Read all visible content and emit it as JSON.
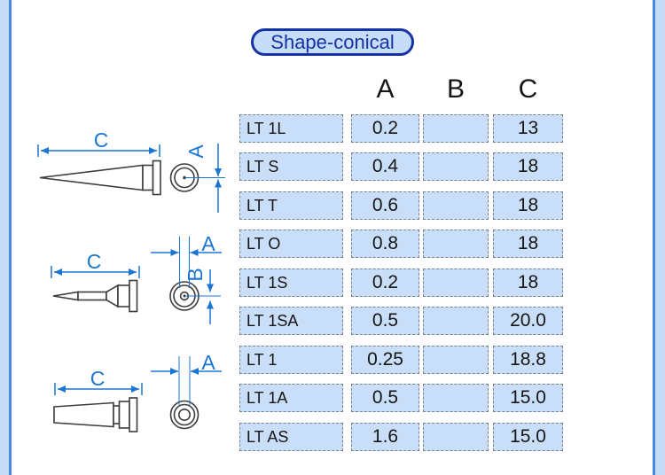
{
  "title": "Shape-conical",
  "table": {
    "columns": [
      "A",
      "B",
      "C"
    ],
    "rows": [
      {
        "label": "LT 1L",
        "a": "0.2",
        "b": "",
        "c": "13"
      },
      {
        "label": "LT S",
        "a": "0.4",
        "b": "",
        "c": "18"
      },
      {
        "label": "LT T",
        "a": "0.6",
        "b": "",
        "c": "18"
      },
      {
        "label": "LT O",
        "a": "0.8",
        "b": "",
        "c": "18"
      },
      {
        "label": "LT 1S",
        "a": "0.2",
        "b": "",
        "c": "18"
      },
      {
        "label": "LT 1SA",
        "a": "0.5",
        "b": "",
        "c": "20.0"
      },
      {
        "label": "LT 1",
        "a": "0.25",
        "b": "",
        "c": "18.8"
      },
      {
        "label": "LT 1A",
        "a": "0.5",
        "b": "",
        "c": "15.0"
      },
      {
        "label": "LT AS",
        "a": "1.6",
        "b": "",
        "c": "15.0"
      }
    ]
  },
  "diagrams": {
    "labels": {
      "a": "A",
      "b": "B",
      "c": "C"
    }
  },
  "colors": {
    "accent_navy": "#1632a5",
    "dimension_blue": "#1b76d2",
    "cell_fill": "#c9def8",
    "page_border_line": "#4589e2",
    "page_border_strip": "#c6ddf8"
  }
}
